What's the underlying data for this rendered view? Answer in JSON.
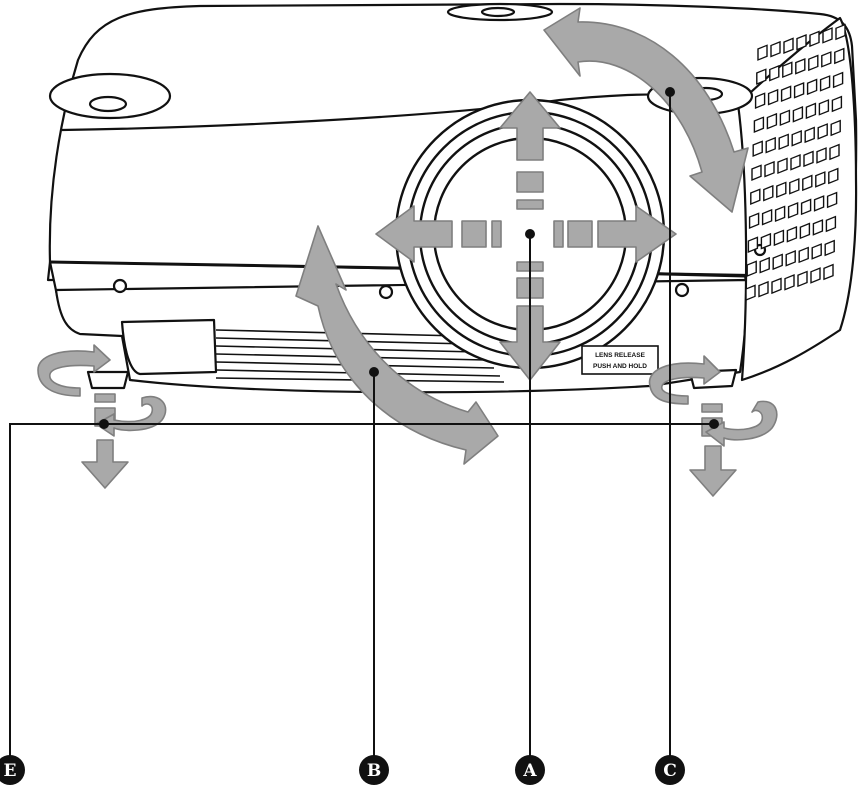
{
  "lens_plate": {
    "line1": "LENS RELEASE",
    "line2": "PUSH AND HOLD"
  },
  "callouts": [
    {
      "id": "E",
      "label": "E",
      "meaning": "adjustable feet"
    },
    {
      "id": "B",
      "label": "B",
      "meaning": "lens rotation"
    },
    {
      "id": "A",
      "label": "A",
      "meaning": "lens shift"
    },
    {
      "id": "C",
      "label": "C",
      "meaning": "tilt"
    }
  ],
  "colors": {
    "outline": "#111111",
    "arrow_fill": "#a9a9a9",
    "arrow_stroke": "#7f7f7f",
    "body": "#ffffff",
    "callout_bg": "#111111"
  }
}
